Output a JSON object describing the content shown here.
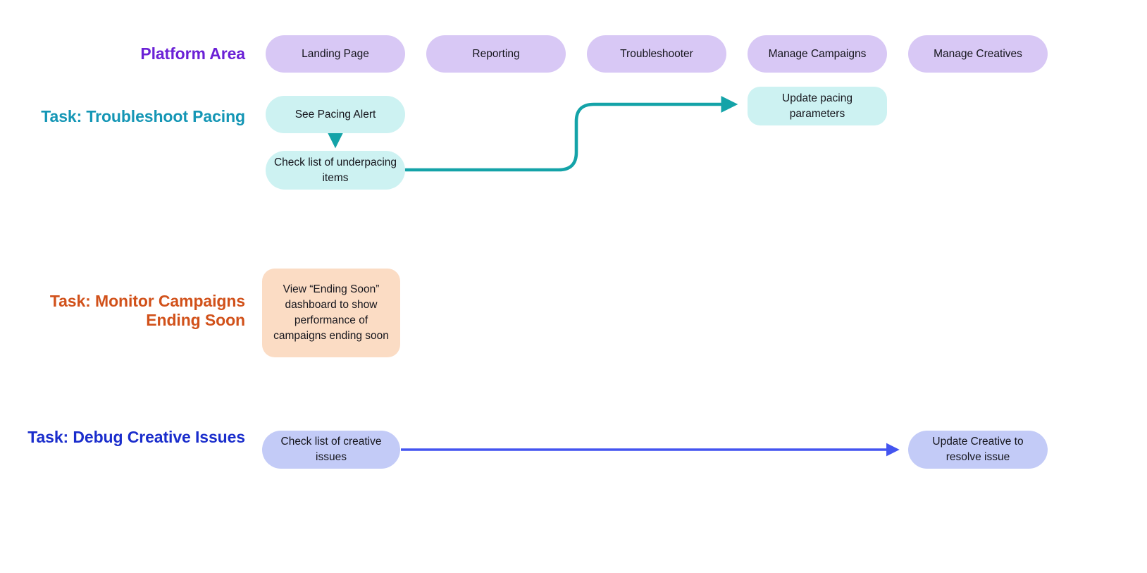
{
  "diagram": {
    "title_row": {
      "label": "Platform Area",
      "color": "#6B21D6",
      "areas": [
        {
          "label": "Landing Page"
        },
        {
          "label": "Reporting"
        },
        {
          "label": "Troubleshooter"
        },
        {
          "label": "Manage Campaigns"
        },
        {
          "label": "Manage Creatives"
        }
      ]
    },
    "rows": [
      {
        "label": "Task: Troubleshoot Pacing",
        "color": "#1496B5",
        "node_fill": "#CDF2F2",
        "connector_color": "#14A3A8",
        "nodes": [
          {
            "label": "See Pacing Alert"
          },
          {
            "label": "Check list of underpacing items"
          },
          {
            "label": "Update pacing parameters"
          }
        ]
      },
      {
        "label": "Task: Monitor Campaigns Ending Soon",
        "color": "#D1511A",
        "node_fill": "#FBDCC4",
        "connector_color": "#D1511A",
        "nodes": [
          {
            "label": "View “Ending Soon” dashboard to show performance of campaigns ending soon"
          }
        ]
      },
      {
        "label": "Task: Debug Creative Issues",
        "color": "#1A2DCC",
        "node_fill": "#C3CBF7",
        "connector_color": "#4455F0",
        "nodes": [
          {
            "label": "Check list of creative issues"
          },
          {
            "label": "Update Creative to resolve issue"
          }
        ]
      }
    ]
  }
}
